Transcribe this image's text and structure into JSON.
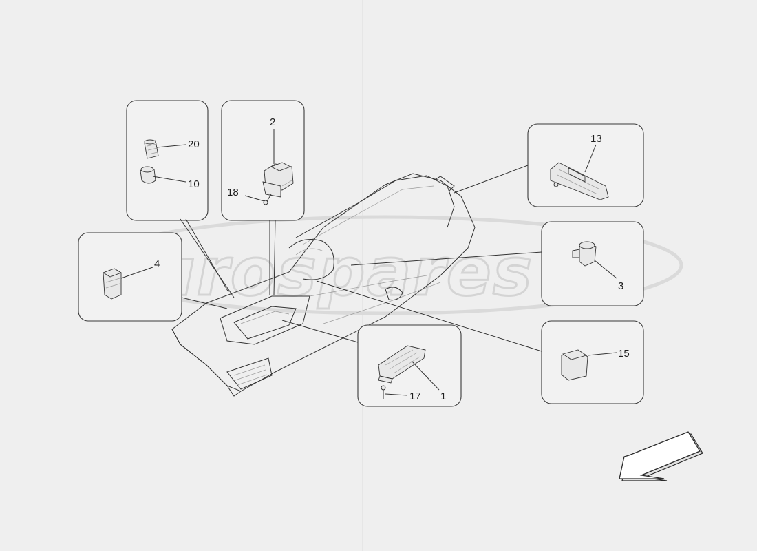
{
  "watermark": {
    "text": "eurospares"
  },
  "callouts": {
    "c1": "1",
    "c2": "2",
    "c3": "3",
    "c4": "4",
    "c10": "10",
    "c13": "13",
    "c15": "15",
    "c17": "17",
    "c18": "18",
    "c20": "20"
  },
  "colors": {
    "background": "#efefef",
    "line": "#333333"
  },
  "icons": {
    "direction": "arrow-down-left-icon"
  }
}
